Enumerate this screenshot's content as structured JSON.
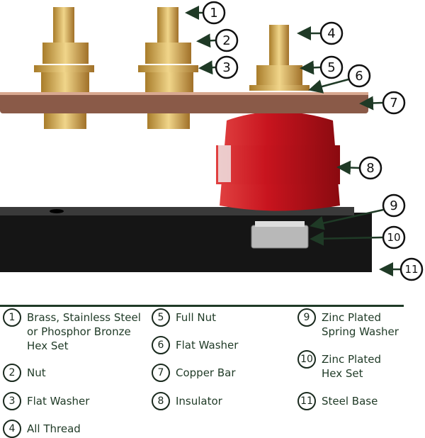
{
  "callouts": [
    "1",
    "2",
    "3",
    "4",
    "5",
    "6",
    "7",
    "8",
    "9",
    "10",
    "11"
  ],
  "legend": [
    {
      "num": "1",
      "text": "Brass, Stainless Steel\nor Phosphor Bronze\nHex Set"
    },
    {
      "num": "2",
      "text": "Nut"
    },
    {
      "num": "3",
      "text": "Flat Washer"
    },
    {
      "num": "4",
      "text": "All Thread"
    },
    {
      "num": "5",
      "text": "Full Nut"
    },
    {
      "num": "6",
      "text": "Flat Washer"
    },
    {
      "num": "7",
      "text": "Copper Bar"
    },
    {
      "num": "8",
      "text": "Insulator"
    },
    {
      "num": "9",
      "text": "Zinc Plated\nSpring Washer"
    },
    {
      "num": "10",
      "text": "Zinc Plated\nHex Set"
    },
    {
      "num": "11",
      "text": "Steel Base"
    }
  ],
  "colors": {
    "text": "#1f3a26",
    "arrow": "#1f3a26",
    "copper": "#8a5a48",
    "brass": "#d4b060",
    "insulator": "#c8141e",
    "steel": "#151515"
  }
}
